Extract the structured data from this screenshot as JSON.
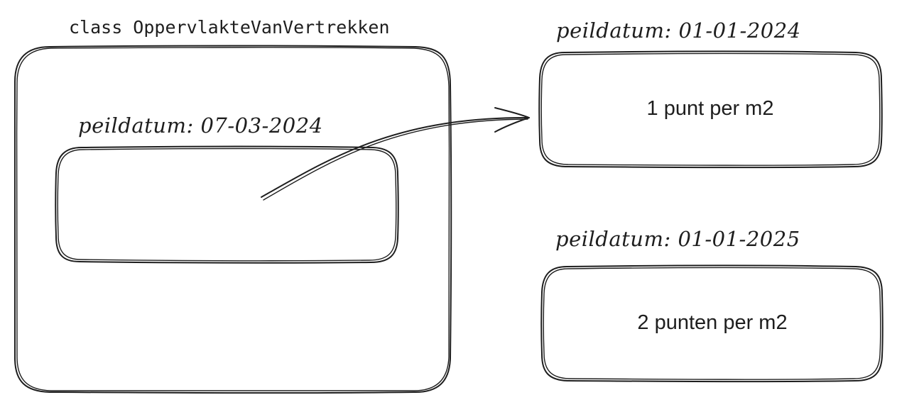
{
  "class_box": {
    "title": "class OppervlakteVanVertrekken",
    "inner_label": "peildatum: 07-03-2024"
  },
  "rule_boxes": [
    {
      "label": "peildatum: 01-01-2024",
      "text": "1 punt per m2"
    },
    {
      "label": "peildatum: 01-01-2025",
      "text": "2 punten per m2"
    }
  ],
  "colors": {
    "stroke": "#1e1e1e",
    "background": "#ffffff"
  }
}
